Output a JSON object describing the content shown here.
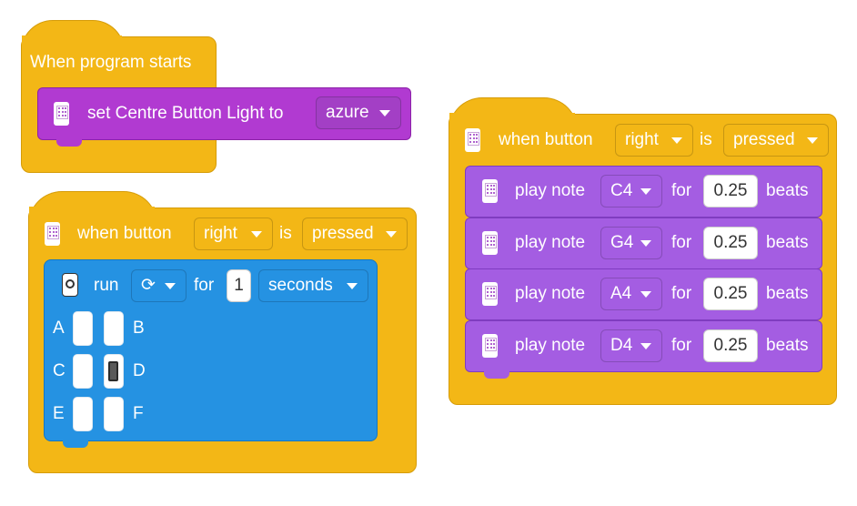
{
  "block_program_start": {
    "hat_label": "When program starts",
    "set_light_text": "set Centre Button Light to",
    "color_value": "azure"
  },
  "block_motor_event": {
    "when_text": "when button",
    "button_value": "right",
    "is_text": "is",
    "state_value": "pressed",
    "run_text": "run",
    "direction_symbol": "⟳",
    "for_text": "for",
    "amount_value": "1",
    "unit_value": "seconds",
    "ports": [
      {
        "left": "A",
        "right": "B"
      },
      {
        "left": "C",
        "right": "D"
      },
      {
        "left": "E",
        "right": "F"
      }
    ]
  },
  "block_music_event": {
    "when_text": "when button",
    "button_value": "right",
    "is_text": "is",
    "state_value": "pressed",
    "notes": [
      {
        "play_text": "play note",
        "note": "C4",
        "for_text": "for",
        "beats_value": "0.25",
        "beats_text": "beats"
      },
      {
        "play_text": "play note",
        "note": "G4",
        "for_text": "for",
        "beats_value": "0.25",
        "beats_text": "beats"
      },
      {
        "play_text": "play note",
        "note": "A4",
        "for_text": "for",
        "beats_value": "0.25",
        "beats_text": "beats"
      },
      {
        "play_text": "play note",
        "note": "D4",
        "for_text": "for",
        "beats_value": "0.25",
        "beats_text": "beats"
      }
    ]
  },
  "colors": {
    "event_yellow": "#f3b716",
    "light_magenta": "#b13ad1",
    "sound_violet": "#a45de2",
    "motor_blue": "#2592e2"
  },
  "icons": [
    "hub-icon",
    "motor-icon",
    "caret-down-icon"
  ]
}
